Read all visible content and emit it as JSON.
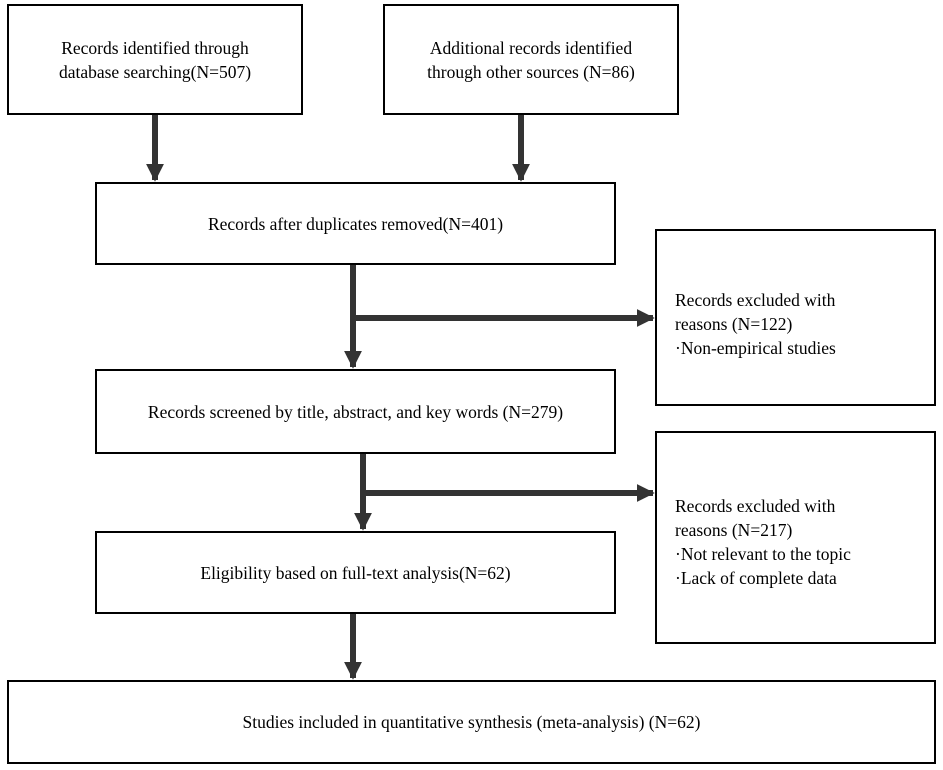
{
  "flow": {
    "identified_db": [
      "Records identified through",
      "database searching(N=507)"
    ],
    "identified_other": [
      "Additional records identified",
      "through other sources (N=86)"
    ],
    "after_duplicates": "Records after duplicates removed(N=401)",
    "screened": "Records screened by title, abstract, and key words (N=279)",
    "eligibility": "Eligibility based on full-text analysis(N=62)",
    "included": "Studies included in quantitative synthesis (meta-analysis) (N=62)"
  },
  "excluded_1": {
    "lines": [
      "Records excluded with",
      "reasons (N=122)",
      "·Non-empirical studies"
    ]
  },
  "excluded_2": {
    "lines": [
      "Records excluded with",
      "reasons (N=217)",
      "·Not relevant to the topic",
      "·Lack of complete data"
    ]
  },
  "colors": {
    "border": "#000000",
    "arrow": "#333333",
    "text": "#000000",
    "background": "#ffffff"
  }
}
